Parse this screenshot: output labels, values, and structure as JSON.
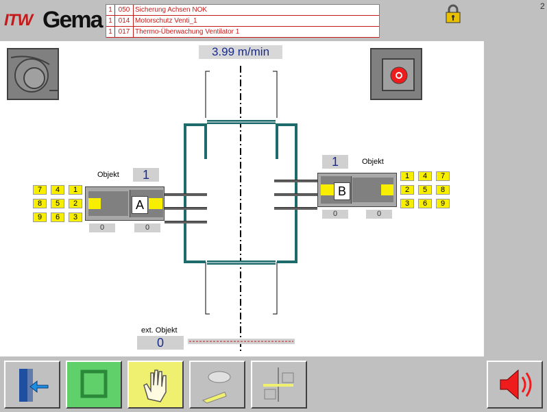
{
  "header": {
    "logo_itw": "ITW",
    "logo_gema": "Gema",
    "page_number": "2",
    "alarms": [
      {
        "count": "1",
        "code": "050",
        "text": "Sicherung Achsen NOK"
      },
      {
        "count": "1",
        "code": "014",
        "text": "Motorschutz Venti_1"
      },
      {
        "count": "1",
        "code": "017",
        "text": "Thermo-Überwachung Ventilator 1"
      }
    ]
  },
  "main": {
    "speed": "3.99 m/min",
    "axis_a": {
      "object_label": "Objekt",
      "object_value": "1",
      "letter": "A",
      "counter_left": "0",
      "counter_right": "0",
      "keys": [
        "7",
        "4",
        "1",
        "8",
        "5",
        "2",
        "9",
        "6",
        "3"
      ]
    },
    "axis_b": {
      "object_label": "Objekt",
      "object_value": "1",
      "letter": "B",
      "counter_left": "0",
      "counter_right": "0",
      "keys": [
        "1",
        "4",
        "7",
        "2",
        "5",
        "8",
        "3",
        "6",
        "9"
      ]
    },
    "ext_object": {
      "label": "ext. Objekt",
      "value": "0"
    }
  },
  "colors": {
    "booth": "#1e6b6b",
    "key_yellow": "#f7ee00",
    "alarm_red": "#c41a1a",
    "value_blue": "#1a2a8a",
    "button_green": "#5fd06a",
    "button_yellow": "#f0f070"
  },
  "toolbar": {
    "buttons": [
      "exit-icon",
      "frame-icon",
      "hand-icon",
      "gun-icon",
      "axis-move-icon",
      "horn-icon"
    ]
  }
}
